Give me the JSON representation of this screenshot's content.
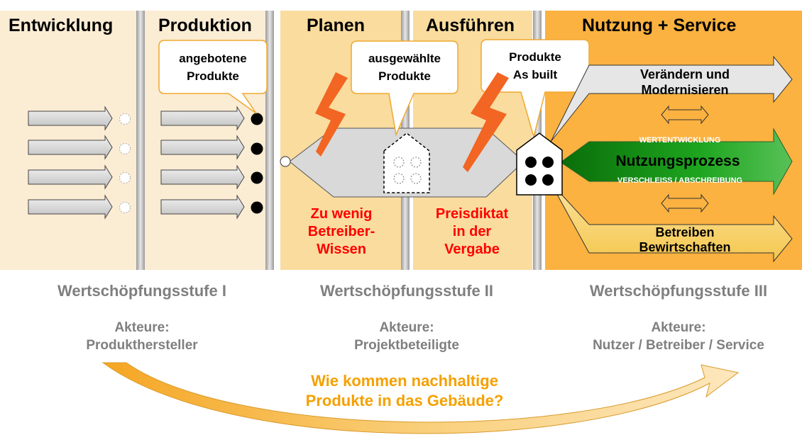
{
  "columns": {
    "entwicklung": "Entwicklung",
    "produktion": "Produktion",
    "planen": "Planen",
    "ausfuehren": "Ausführen",
    "nutzung": "Nutzung + Service"
  },
  "bubbles": {
    "angeboten": [
      "angebotene",
      "Produkte"
    ],
    "ausgewaehlt": [
      "ausgewählte",
      "Produkte"
    ],
    "asbuilt": [
      "Produkte",
      "As built"
    ]
  },
  "problems": {
    "wissen": [
      "Zu wenig",
      "Betreiber-",
      "Wissen"
    ],
    "preis": [
      "Preisdiktat",
      "in der",
      "Vergabe"
    ]
  },
  "phase_arrows": {
    "veraendern": [
      "Verändern und",
      "Modernisieren"
    ],
    "wertentwicklung": "WERTENTWICKLUNG",
    "nutzungsprozess": "Nutzungsprozess",
    "verschleiss": "VERSCHLEISS / ABSCHREIBUNG",
    "betreiben": [
      "Betreiben",
      "Bewirtschaften"
    ]
  },
  "stages": [
    {
      "title": "Wertschöpfungsstufe I",
      "akteure_label": "Akteure:",
      "akteure": "Produkthersteller"
    },
    {
      "title": "Wertschöpfungsstufe II",
      "akteure_label": "Akteure:",
      "akteure": "Projektbeteiligte"
    },
    {
      "title": "Wertschöpfungsstufe III",
      "akteure_label": "Akteure:",
      "akteure": "Nutzer / Betreiber / Service"
    }
  ],
  "question": [
    "Wie kommen nachhaltige",
    "Produkte in das Gebäude?"
  ],
  "colors": {
    "light_beige": "#fbecd4",
    "mid_beige": "#f9dc9e",
    "orange": "#fbb240",
    "green": "#1e9e1e",
    "red": "#ff0000",
    "lightning": "#f26522",
    "gray_text": "#7f7f7f",
    "question_orange": "#f5a000"
  }
}
